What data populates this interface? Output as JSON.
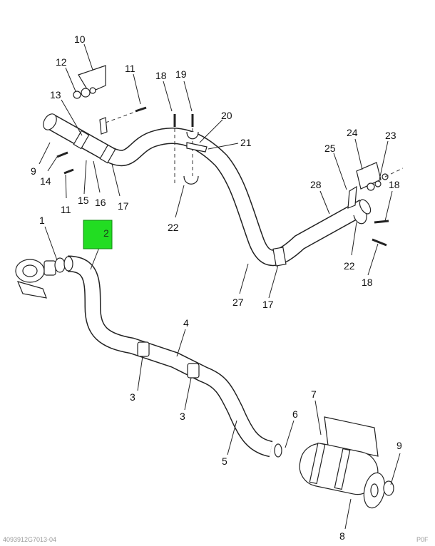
{
  "diagram": {
    "highlight": {
      "label": "2",
      "color": "#22dd22"
    },
    "callouts": [
      {
        "id": "c10",
        "label": "10"
      },
      {
        "id": "c12",
        "label": "12"
      },
      {
        "id": "c11a",
        "label": "11"
      },
      {
        "id": "c18a",
        "label": "18"
      },
      {
        "id": "c19",
        "label": "19"
      },
      {
        "id": "c13",
        "label": "13"
      },
      {
        "id": "c20",
        "label": "20"
      },
      {
        "id": "c21",
        "label": "21"
      },
      {
        "id": "c9a",
        "label": "9"
      },
      {
        "id": "c14",
        "label": "14"
      },
      {
        "id": "c11b",
        "label": "11"
      },
      {
        "id": "c15",
        "label": "15"
      },
      {
        "id": "c16",
        "label": "16"
      },
      {
        "id": "c17a",
        "label": "17"
      },
      {
        "id": "c22a",
        "label": "22"
      },
      {
        "id": "c24",
        "label": "24"
      },
      {
        "id": "c23",
        "label": "23"
      },
      {
        "id": "c25",
        "label": "25"
      },
      {
        "id": "c18b",
        "label": "18"
      },
      {
        "id": "c28",
        "label": "28"
      },
      {
        "id": "c22b",
        "label": "22"
      },
      {
        "id": "c18c",
        "label": "18"
      },
      {
        "id": "c27",
        "label": "27"
      },
      {
        "id": "c17b",
        "label": "17"
      },
      {
        "id": "c1",
        "label": "1"
      },
      {
        "id": "c4",
        "label": "4"
      },
      {
        "id": "c3a",
        "label": "3"
      },
      {
        "id": "c3b",
        "label": "3"
      },
      {
        "id": "c7",
        "label": "7"
      },
      {
        "id": "c6",
        "label": "6"
      },
      {
        "id": "c5",
        "label": "5"
      },
      {
        "id": "c9b",
        "label": "9"
      },
      {
        "id": "c8",
        "label": "8"
      }
    ],
    "footer_left": "4093912G7013-04",
    "footer_right": "P0F"
  }
}
